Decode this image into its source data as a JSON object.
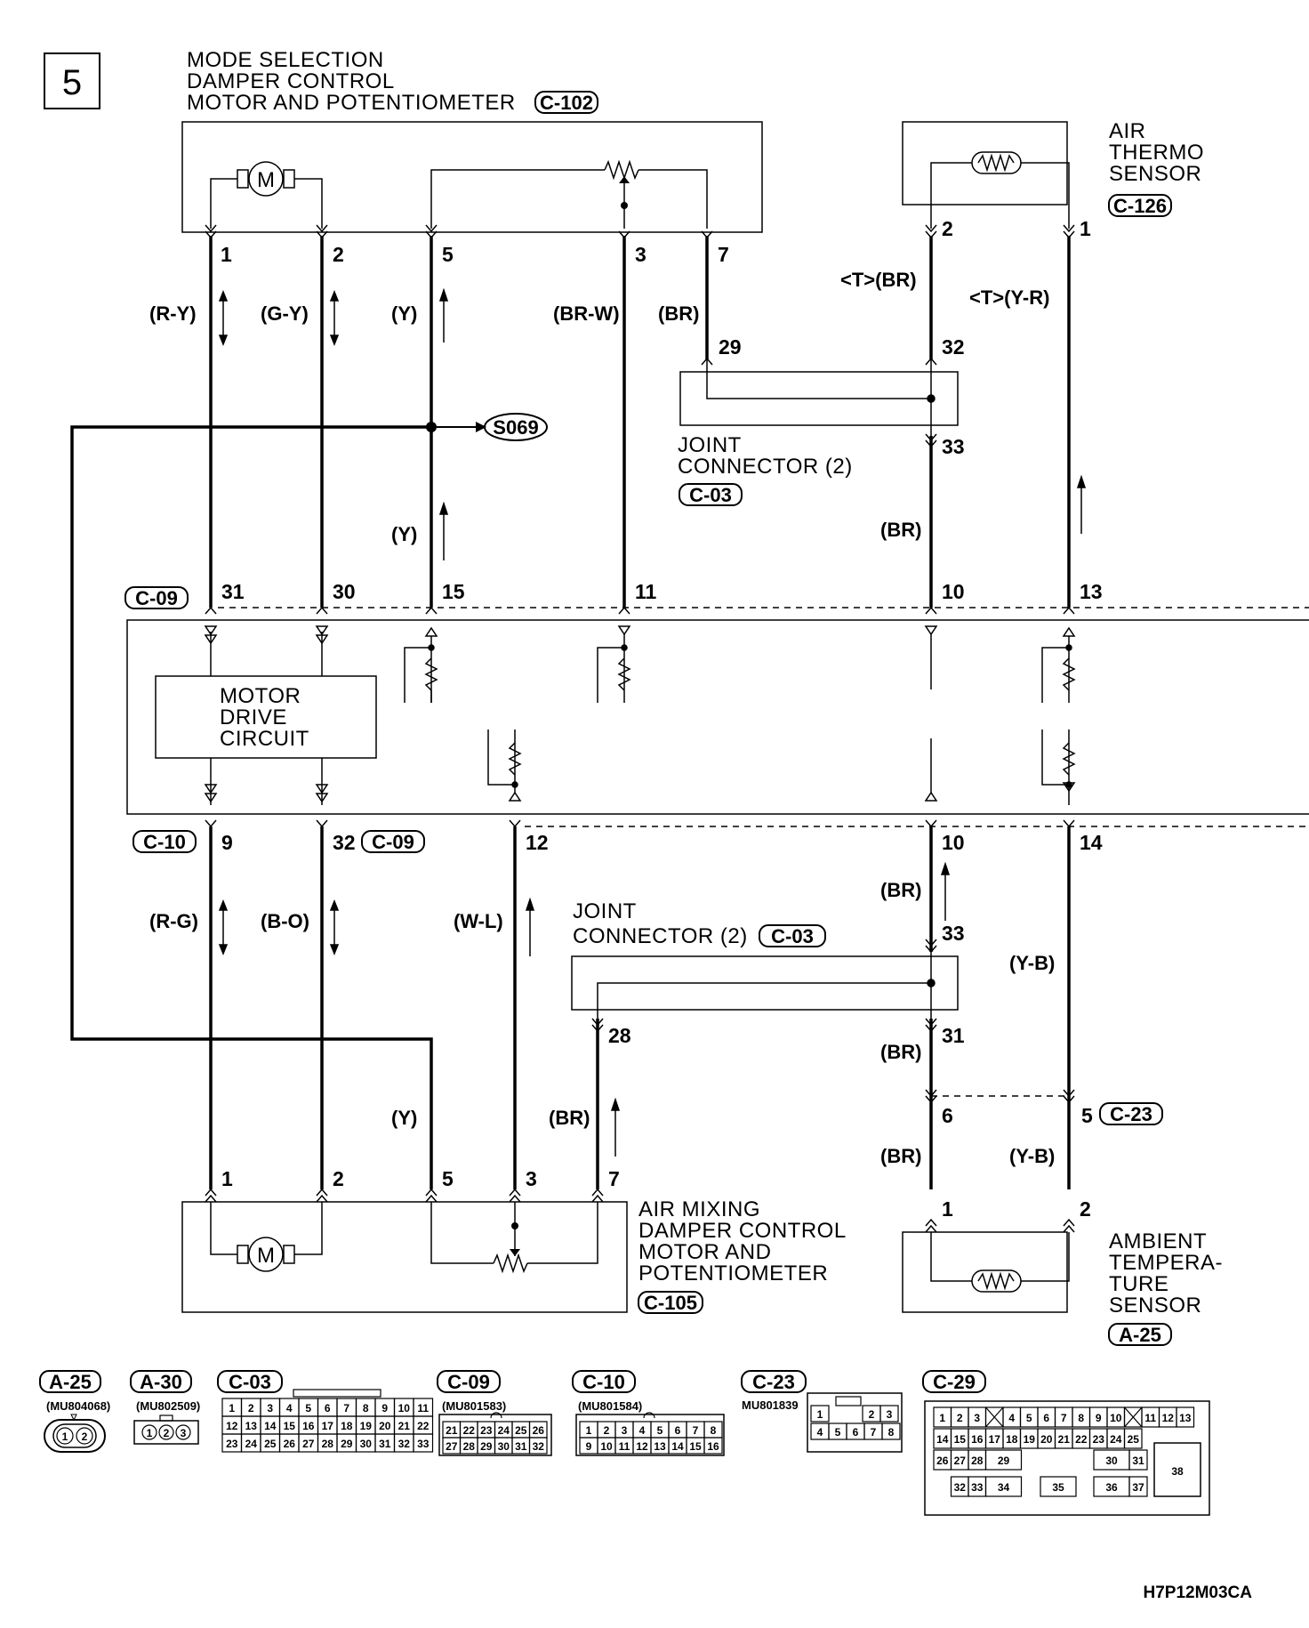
{
  "page_number": "5",
  "drawing_code": "H7P12M03CA",
  "components": {
    "mode_damper": {
      "lines": [
        "MODE SELECTION",
        "DAMPER CONTROL",
        "MOTOR AND POTENTIOMETER"
      ],
      "connector": "C-102"
    },
    "air_thermo": {
      "lines": [
        "AIR",
        "THERMO",
        "SENSOR"
      ],
      "connector": "C-126"
    },
    "joint_top": {
      "lines": [
        "JOINT",
        "CONNECTOR (2)"
      ],
      "connector": "C-03"
    },
    "motor_drive": {
      "lines": [
        "MOTOR",
        "DRIVE",
        "CIRCUIT"
      ]
    },
    "joint_bottom": {
      "lines": [
        "JOINT",
        "CONNECTOR (2)"
      ],
      "connector": "C-03"
    },
    "air_mix": {
      "lines": [
        "AIR MIXING",
        "DAMPER CONTROL",
        "MOTOR AND",
        "POTENTIOMETER"
      ],
      "connector": "C-105"
    },
    "ambient": {
      "lines": [
        "AMBIENT",
        "TEMPERA-",
        "TURE",
        "SENSOR"
      ],
      "connector": "A-25"
    }
  },
  "splice": "S069",
  "connector_tags": {
    "upper_ecu": "C-09",
    "lower_ecu_left": "C-10",
    "lower_ecu_mid": "C-09",
    "ambient_junction": "C-23"
  },
  "pins": {
    "mode_1": "1",
    "mode_2": "2",
    "mode_5": "5",
    "mode_3": "3",
    "mode_7": "7",
    "thermo_2": "2",
    "thermo_1": "1",
    "jt_29": "29",
    "jt_32": "32",
    "jt_33": "33",
    "ecu_31": "31",
    "ecu_30": "30",
    "ecu_15": "15",
    "ecu_11": "11",
    "ecu_10t": "10",
    "ecu_13": "13",
    "ecu_9": "9",
    "ecu_32": "32",
    "ecu_12": "12",
    "ecu_10b": "10",
    "ecu_14": "14",
    "jb_33": "33",
    "jb_28": "28",
    "jb_31": "31",
    "c23_6": "6",
    "c23_5": "5",
    "mix_1": "1",
    "mix_2": "2",
    "mix_5": "5",
    "mix_3": "3",
    "mix_7": "7",
    "amb_1": "1",
    "amb_2": "2"
  },
  "wire_colors": {
    "w1": "(R-Y)",
    "w2": "(G-Y)",
    "w3": "(Y)",
    "w4": "(BR-W)",
    "w5": "(BR)",
    "w6": "<T>(BR)",
    "w7": "<T>(Y-R)",
    "w8": "(Y)",
    "w9": "(BR)",
    "w10": "(R-G)",
    "w11": "(B-O)",
    "w12": "(W-L)",
    "w13": "(BR)",
    "w14": "(Y-B)",
    "w15": "(BR)",
    "w16": "(Y)",
    "w17": "(BR)",
    "w18": "(BR)",
    "w19": "(Y-B)"
  },
  "connector_views": [
    {
      "id": "A-25",
      "part": "(MU804068)"
    },
    {
      "id": "A-30",
      "part": "(MU802509)"
    },
    {
      "id": "C-03",
      "part": ""
    },
    {
      "id": "C-09",
      "part": "(MU801583)"
    },
    {
      "id": "C-10",
      "part": "(MU801584)"
    },
    {
      "id": "C-23",
      "part": "MU801839"
    },
    {
      "id": "C-29",
      "part": ""
    }
  ],
  "grids": {
    "a25": [
      "1",
      "2"
    ],
    "a30": [
      "1",
      "2",
      "3"
    ],
    "c03_rows": [
      [
        "1",
        "2",
        "3",
        "4",
        "5",
        "6",
        "7",
        "8",
        "9",
        "10",
        "11"
      ],
      [
        "12",
        "13",
        "14",
        "15",
        "16",
        "17",
        "18",
        "19",
        "20",
        "21",
        "22"
      ],
      [
        "23",
        "24",
        "25",
        "26",
        "27",
        "28",
        "29",
        "30",
        "31",
        "32",
        "33"
      ]
    ],
    "c09_rows": [
      [
        "21",
        "22",
        "23",
        "24",
        "25",
        "26"
      ],
      [
        "27",
        "28",
        "29",
        "30",
        "31",
        "32"
      ]
    ],
    "c10_rows": [
      [
        "1",
        "2",
        "3",
        "4",
        "5",
        "6",
        "7",
        "8"
      ],
      [
        "9",
        "10",
        "11",
        "12",
        "13",
        "14",
        "15",
        "16"
      ]
    ],
    "c23_rows": [
      [
        "1",
        "",
        "2",
        "3"
      ],
      [
        "4",
        "5",
        "6",
        "7",
        "8"
      ]
    ],
    "c29_row1": [
      "1",
      "2",
      "3",
      "X",
      "4",
      "5",
      "6",
      "7",
      "8",
      "9",
      "10",
      "X",
      "11",
      "12",
      "13"
    ],
    "c29_row2": [
      "14",
      "15",
      "16",
      "17",
      "18",
      "19",
      "20",
      "21",
      "22",
      "23",
      "24",
      "25"
    ],
    "c29_row3": [
      "26",
      "27",
      "28",
      "29",
      "30",
      "31"
    ],
    "c29_row4": [
      "32",
      "33",
      "34",
      "35",
      "36",
      "37"
    ],
    "c29_big": "38"
  }
}
